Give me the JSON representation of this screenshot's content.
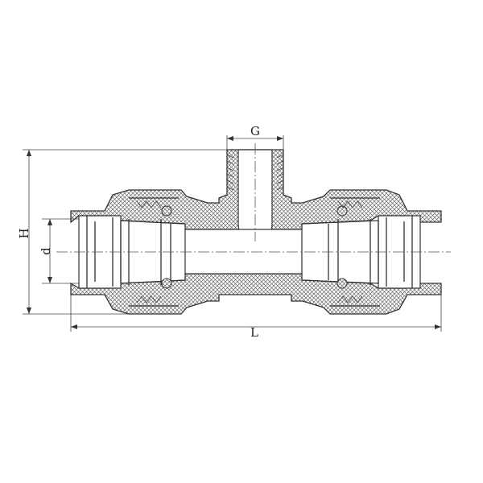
{
  "dimensions": {
    "G": "G",
    "H": "H",
    "d": "d",
    "L": "L"
  },
  "colors": {
    "line": "#333333",
    "hatch": "#666666",
    "background": "#ffffff"
  }
}
